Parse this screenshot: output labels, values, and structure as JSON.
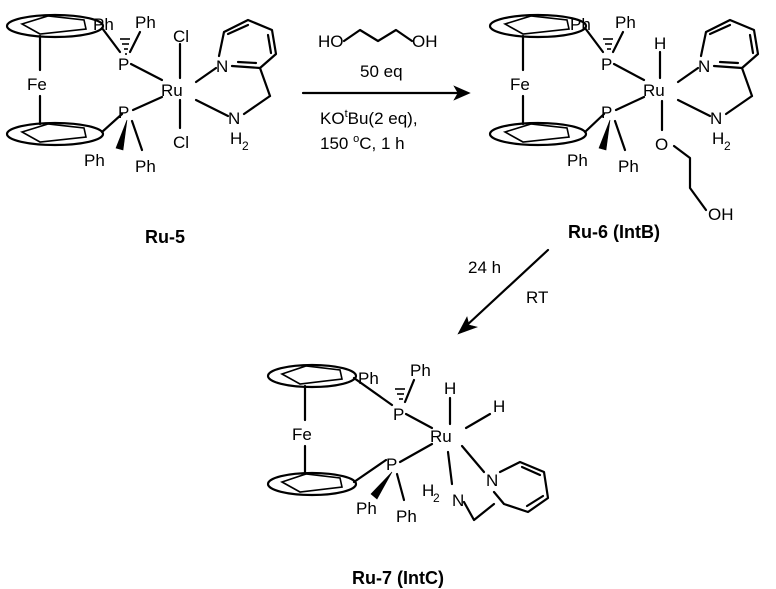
{
  "atoms": {
    "fe": "Fe",
    "p": "P",
    "ru": "Ru",
    "ph": "Ph",
    "cl": "Cl",
    "n": "N",
    "nh": "N",
    "h": "H",
    "h2": "H",
    "sub2": "2",
    "o": "O",
    "oh": "OH",
    "ho": "HO"
  },
  "conditions": {
    "reagent_eq": "50 eq",
    "base_pre": "KO",
    "base_sup": "t",
    "base_post": "Bu(2 eq),",
    "temp_pre": "150 ",
    "temp_sup": "o",
    "temp_post": "C, 1 h",
    "time2": "24 h",
    "temp2": "RT"
  },
  "labels": {
    "ru5": "Ru-5",
    "ru6": "Ru-6 (IntB)",
    "ru7": "Ru-7 (IntC)"
  }
}
